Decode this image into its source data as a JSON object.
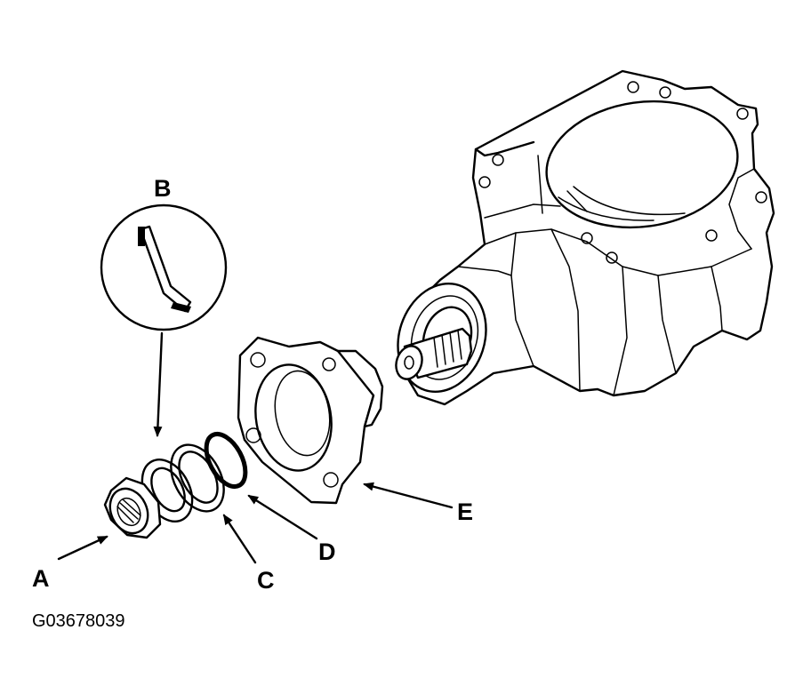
{
  "labels": {
    "a": "A",
    "b": "B",
    "c": "C",
    "d": "D",
    "e": "E"
  },
  "figure_code": "G03678039"
}
